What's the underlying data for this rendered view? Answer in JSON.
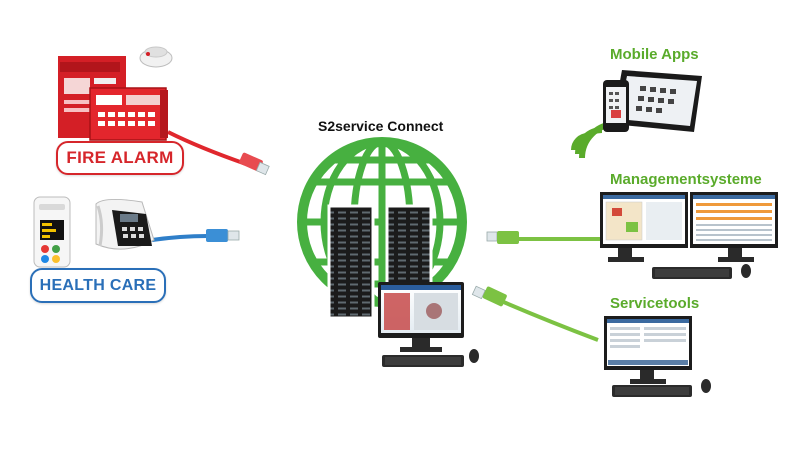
{
  "hub": {
    "title": "S2service Connect"
  },
  "left": {
    "fire_alarm": {
      "label": "FIRE ALARM",
      "color": "#d6262b"
    },
    "health_care": {
      "label": "HEALTH CARE",
      "color": "#2a6fb8"
    }
  },
  "right": {
    "mobile_apps": {
      "title": "Mobile Apps"
    },
    "management": {
      "title": "Managementsysteme"
    },
    "servicetools": {
      "title": "Servicetools"
    }
  },
  "colors": {
    "accent_green": "#5aab2b",
    "cable_red": "#e0272d",
    "cable_blue": "#2f7fc9",
    "cable_green": "#7cc243"
  },
  "icons": [
    "globe-icon",
    "server-rack-icon",
    "wifi-signal-icon",
    "fire-alarm-panel-icon",
    "smoke-detector-icon",
    "nurse-call-phone-icon",
    "tablet-icon",
    "smartphone-icon",
    "monitor-icon",
    "keyboard-icon",
    "mouse-icon",
    "network-cable-icon"
  ]
}
